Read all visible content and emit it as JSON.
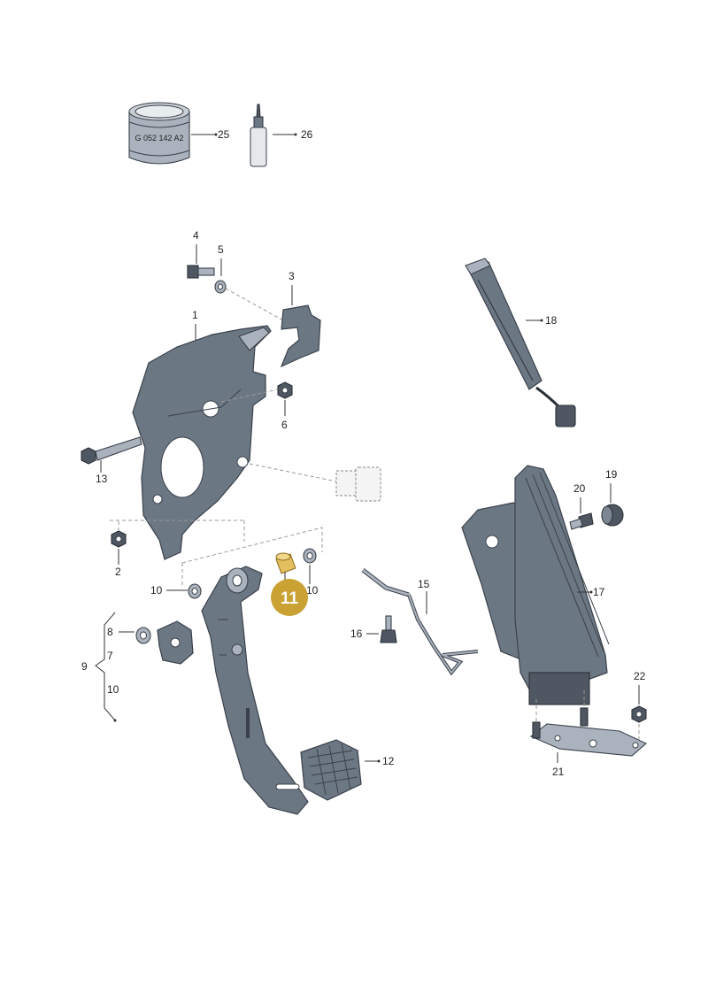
{
  "colors": {
    "highlight": "#c9a233",
    "part": "#6c7784",
    "part_light": "#aab3bd",
    "part_dark": "#4e5762"
  },
  "labels": {
    "c1": "1",
    "c2": "2",
    "c3": "3",
    "c4": "4",
    "c5": "5",
    "c6": "6",
    "c7": "7",
    "c8": "8",
    "c9": "9",
    "c10a": "10",
    "c10b": "10",
    "c10c": "10",
    "c11": "11",
    "c12": "12",
    "c13": "13",
    "c15": "15",
    "c16": "16",
    "c17": "17",
    "c18": "18",
    "c19": "19",
    "c20": "20",
    "c21": "21",
    "c22": "22",
    "c25": "25",
    "c26": "26"
  },
  "can_marking": "G 052 142 A2",
  "highlighted_part": "11"
}
